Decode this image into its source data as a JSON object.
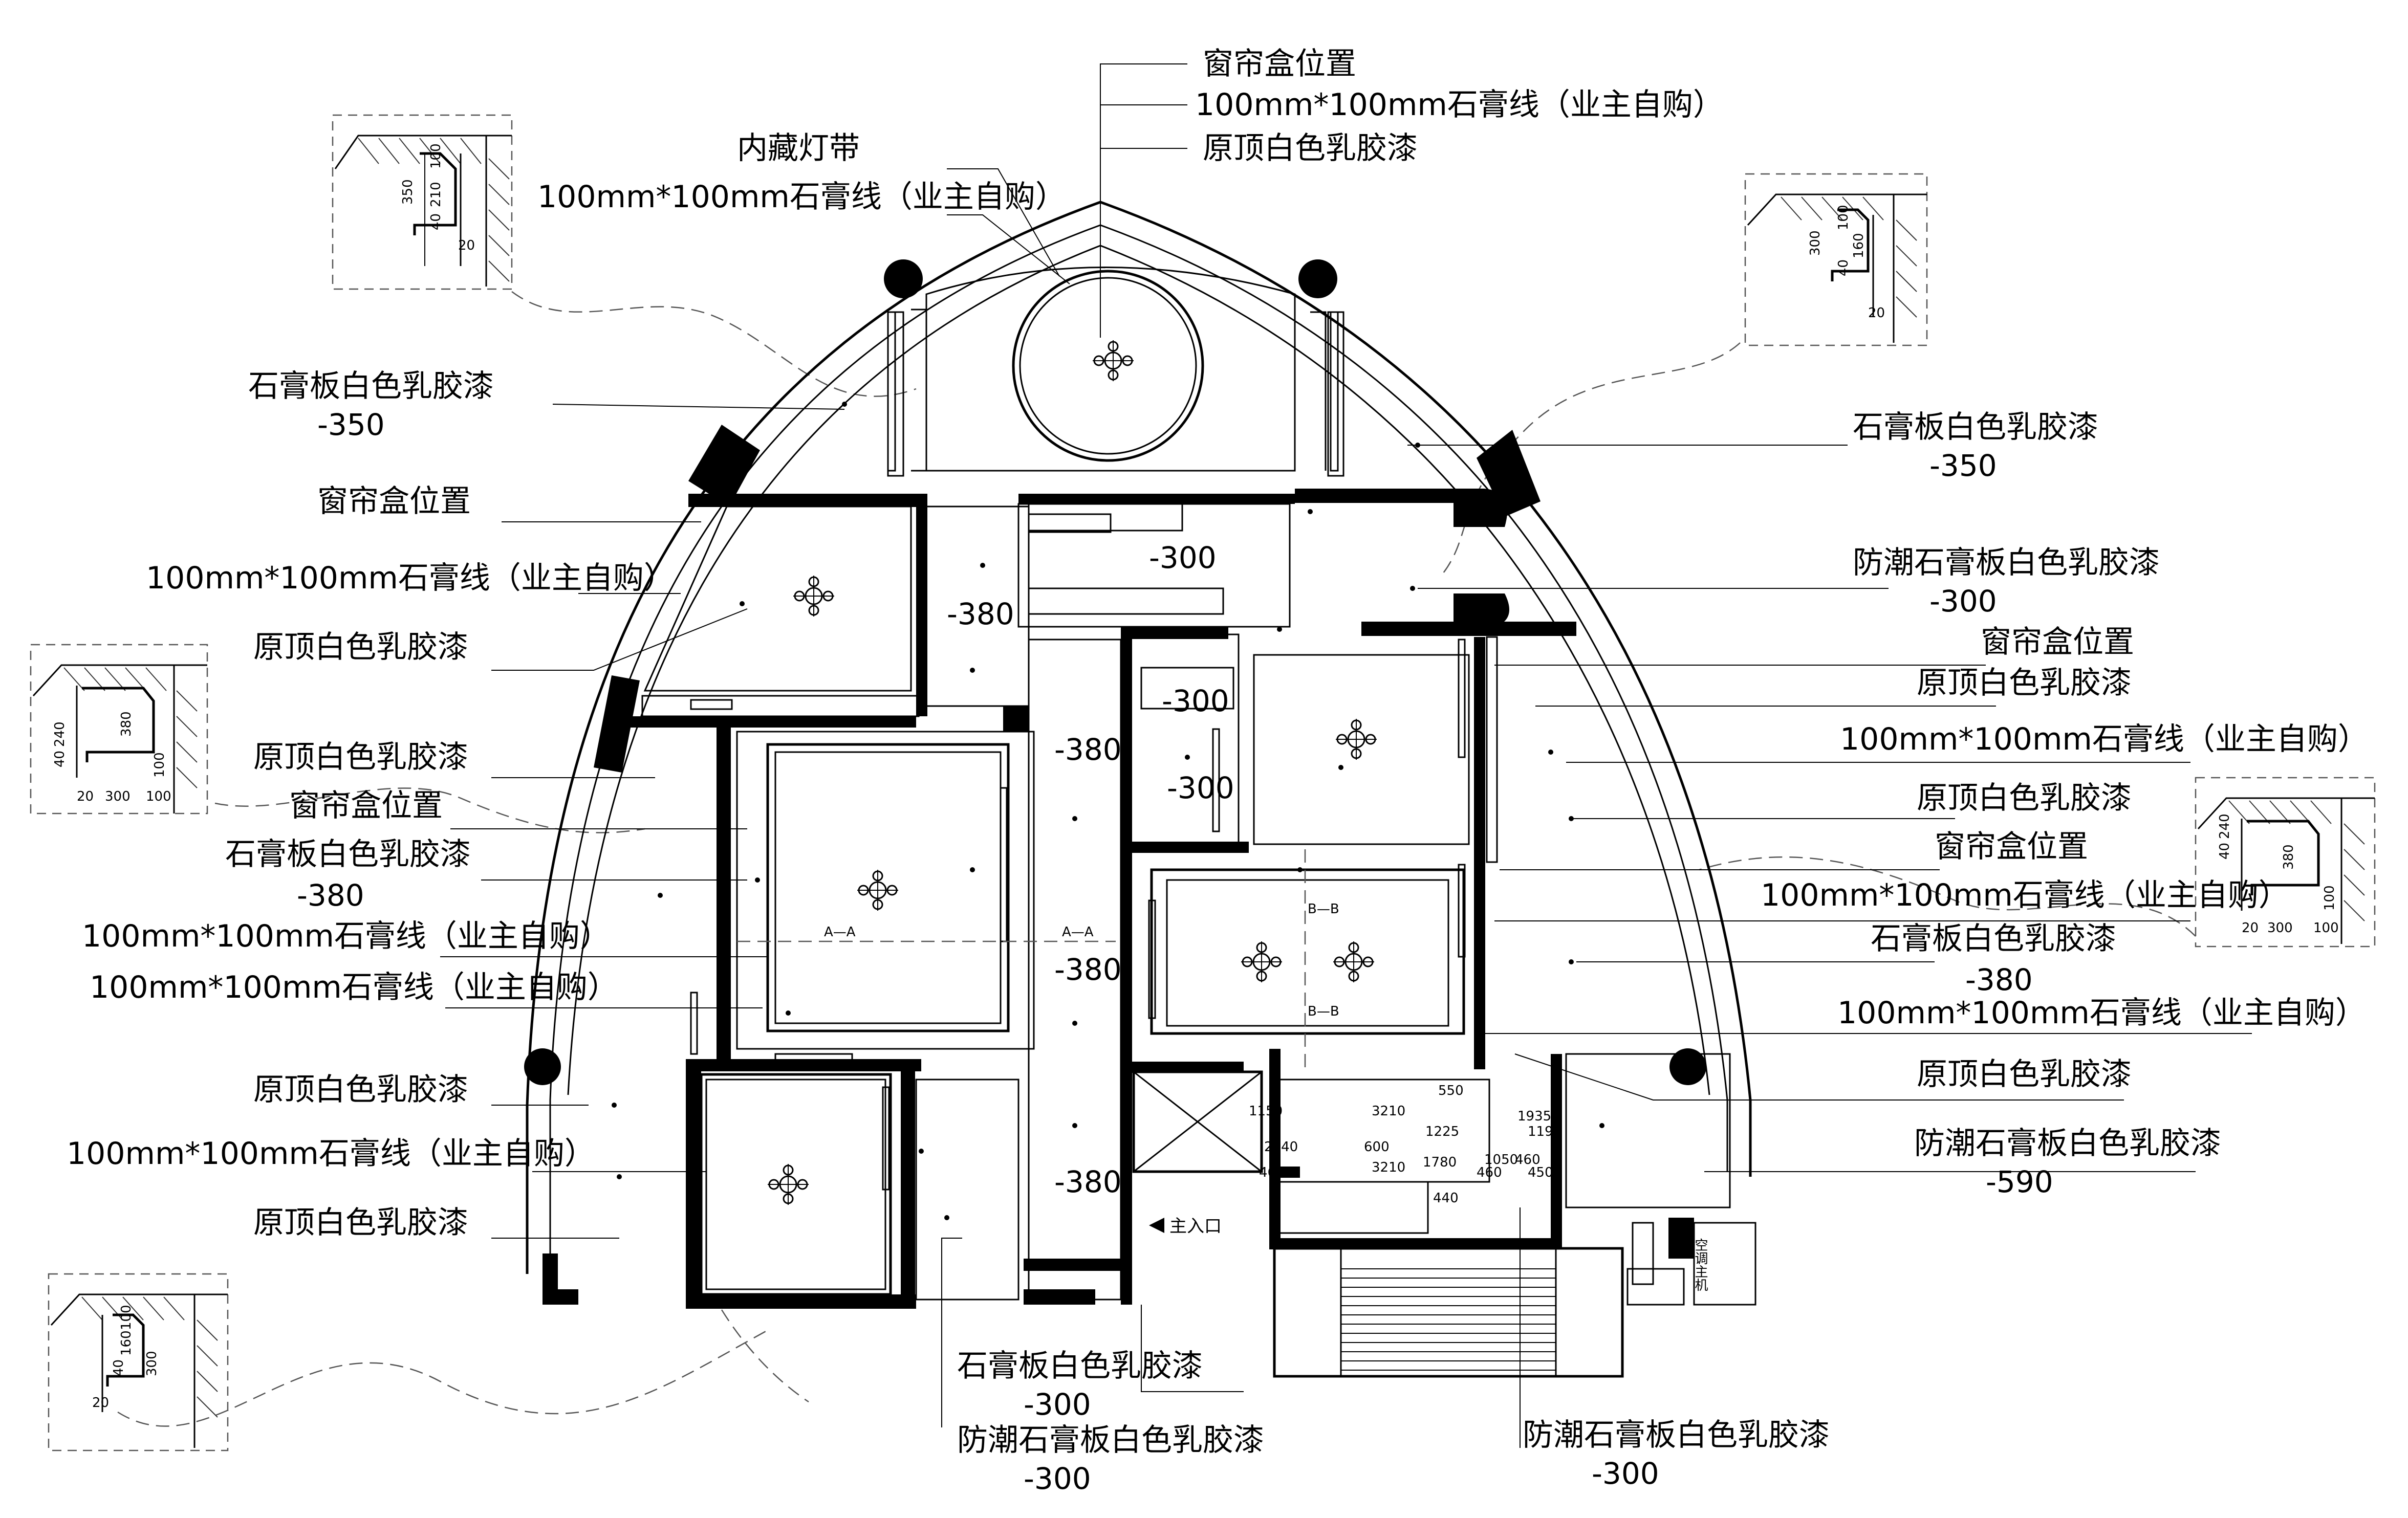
{
  "annotations": {
    "top_curtain": "窗帘盒位置",
    "top_moulding": "100mm*100mm石膏线（业主自购）",
    "top_paint": "原顶白色乳胶漆",
    "top_led": "内藏灯带",
    "top_led_moulding": "100mm*100mm石膏线（业主自购）",
    "left_gypsum": "石膏板白色乳胶漆",
    "left_gypsum_level": "-350",
    "left_curtain": "窗帘盒位置",
    "left_moulding": "100mm*100mm石膏线（业主自购）",
    "left_paint": "原顶白色乳胶漆",
    "left_paint2": "原顶白色乳胶漆",
    "left_curtain2": "窗帘盒位置",
    "left_gypsum2": "石膏板白色乳胶漆",
    "left_gypsum2_level": "-380",
    "left_moulding2": "100mm*100mm石膏线（业主自购）",
    "left_moulding3": "100mm*100mm石膏线（业主自购）",
    "left_paint3": "原顶白色乳胶漆",
    "left_moulding4": "100mm*100mm石膏线（业主自购）",
    "left_paint4": "原顶白色乳胶漆",
    "right_gypsum": "石膏板白色乳胶漆",
    "right_gypsum_level": "-350",
    "right_moist": "防潮石膏板白色乳胶漆",
    "right_moist_level": "-300",
    "right_curtain": "窗帘盒位置",
    "right_paint": "原顶白色乳胶漆",
    "right_moulding": "100mm*100mm石膏线（业主自购）",
    "right_paint2": "原顶白色乳胶漆",
    "right_curtain2": "窗帘盒位置",
    "right_moulding2": "100mm*100mm石膏线（业主自购）",
    "right_gypsum2": "石膏板白色乳胶漆",
    "right_gypsum2_level": "-380",
    "right_moulding3": "100mm*100mm石膏线（业主自购）",
    "right_paint3": "原顶白色乳胶漆",
    "right_moist2": "防潮石膏板白色乳胶漆",
    "right_moist2_level": "-590",
    "bottom_gypsum": "石膏板白色乳胶漆",
    "bottom_gypsum_level": "-300",
    "bottom_moist": "防潮石膏板白色乳胶漆",
    "bottom_moist_level": "-300",
    "bottom_moist2": "防潮石膏板白色乳胶漆",
    "bottom_moist2_level": "-300"
  },
  "levels": {
    "corridor_top": "-380",
    "corridor_mid": "-380",
    "corridor_low": "-380",
    "corridor_bottom": "-380",
    "top_strip": "-300",
    "small_room_a": "-300",
    "small_room_b": "-300"
  },
  "markers": {
    "section_a_left": "A—A",
    "section_a_right": "A—A",
    "section_b_top": "B—B",
    "section_b_bottom": "B—B",
    "main_entrance": "主入口"
  },
  "kitchen_dims": [
    "1150",
    "3210",
    "550",
    "1225",
    "2340",
    "600",
    "1780",
    "1935",
    "465",
    "460",
    "450",
    "1050",
    "460",
    "3210",
    "440",
    "1195"
  ],
  "details": {
    "d1": [
      "350",
      "40",
      "210",
      "100",
      "20"
    ],
    "d2": [
      "300",
      "40",
      "160",
      "100",
      "20"
    ],
    "d3": [
      "380",
      "40",
      "240",
      "100",
      "20",
      "300",
      "100"
    ],
    "d4": [
      "380",
      "40",
      "240",
      "100",
      "20",
      "300",
      "100"
    ],
    "d5": [
      "300",
      "40",
      "160",
      "100",
      "20"
    ]
  },
  "equipment_label": "空调主机"
}
